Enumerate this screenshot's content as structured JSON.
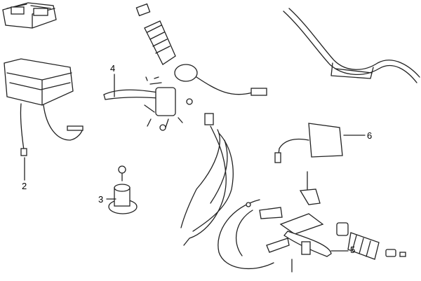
{
  "diagram": {
    "type": "exploded parts diagram",
    "callouts": [
      {
        "id": "2",
        "label": "2"
      },
      {
        "id": "3",
        "label": "3"
      },
      {
        "id": "4",
        "label": "4"
      },
      {
        "id": "5",
        "label": "5"
      },
      {
        "id": "6",
        "label": "6"
      }
    ]
  }
}
